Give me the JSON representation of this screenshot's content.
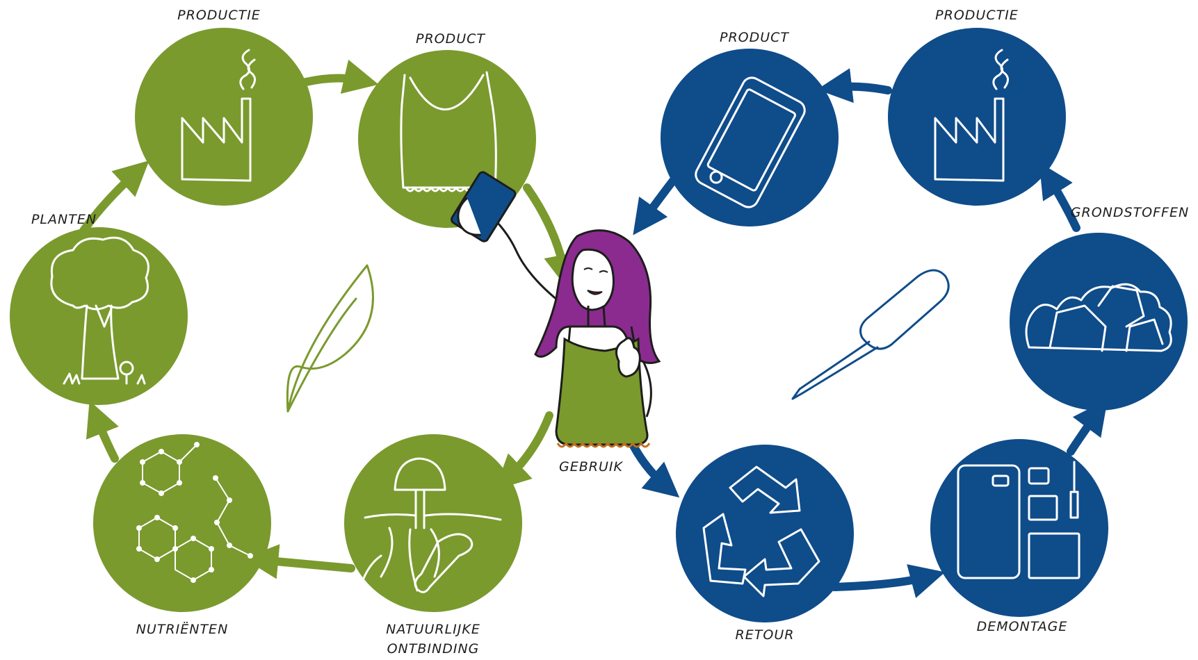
{
  "colors": {
    "bio_green": "#7a9a2e",
    "tech_blue": "#0f4c8a",
    "label_ink": "#1d1d1b",
    "hair_purple": "#8b2b90"
  },
  "bio_cycle": {
    "steps": [
      {
        "label": "PRODUCTIE",
        "icon": "factory-icon"
      },
      {
        "label": "PRODUCT",
        "icon": "tank-top-icon"
      },
      {
        "label": "NATUURLIJKE",
        "label_line2": "ONTBINDING",
        "icon": "mushroom-roots-icon"
      },
      {
        "label": "NUTRIËNTEN",
        "icon": "molecule-icon"
      },
      {
        "label": "PLANTEN",
        "icon": "tree-icon"
      }
    ],
    "center_icon": "leaf-icon"
  },
  "tech_cycle": {
    "steps": [
      {
        "label": "PRODUCTIE",
        "icon": "factory-icon"
      },
      {
        "label": "PRODUCT",
        "icon": "smartphone-icon"
      },
      {
        "label": "RETOUR",
        "icon": "recycle-icon"
      },
      {
        "label": "DEMONTAGE",
        "icon": "phone-parts-icon"
      },
      {
        "label": "GRONDSTOFFEN",
        "icon": "raw-materials-icon"
      }
    ],
    "center_icon": "screwdriver-icon"
  },
  "center": {
    "label": "GEBRUIK",
    "figure": "woman-selfie-figure"
  }
}
